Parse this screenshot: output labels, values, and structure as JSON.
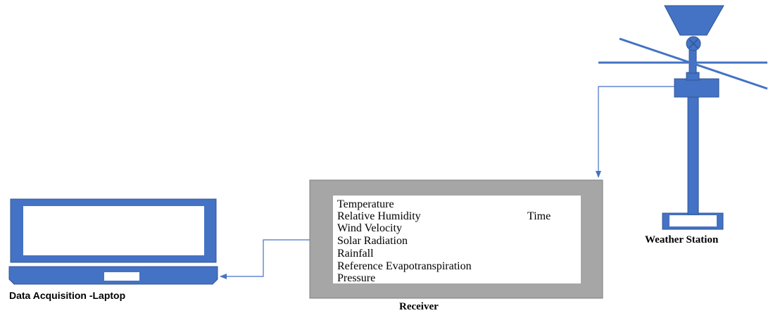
{
  "receiver": {
    "label": "Receiver",
    "parameters": [
      "Temperature",
      "Relative Humidity",
      "Wind Velocity",
      "Solar Radiation",
      "Rainfall",
      "Reference Evapotranspiration",
      "Pressure"
    ],
    "time_label": "Time"
  },
  "laptop": {
    "label": "Data Acquisition -Laptop"
  },
  "weather_station": {
    "label": "Weather Station"
  },
  "colors": {
    "device_blue": "#4472c4",
    "device_outline": "#2f5597",
    "receiver_gray": "#a6a6a6",
    "connector_blue": "#4472c4"
  }
}
